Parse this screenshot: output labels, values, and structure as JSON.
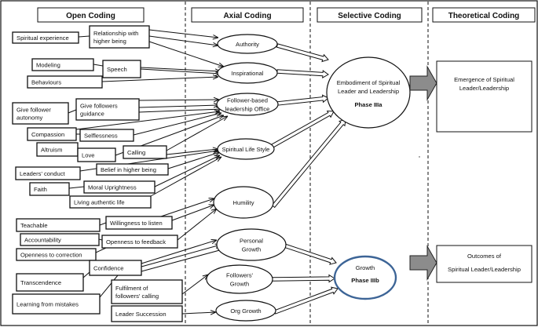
{
  "headers": {
    "open": "Open Coding",
    "axial": "Axial Coding",
    "selective": "Selective Coding",
    "theoretical": "Theoretical Coding"
  },
  "open_codes": [
    {
      "id": "spiritual_experience",
      "lines": [
        "Spiritual experience"
      ]
    },
    {
      "id": "relationship_higher_being",
      "lines": [
        "Relationship with",
        "higher being"
      ]
    },
    {
      "id": "modeling",
      "lines": [
        "Modeling"
      ]
    },
    {
      "id": "speech",
      "lines": [
        "Speech"
      ]
    },
    {
      "id": "behaviours",
      "lines": [
        "Behaviours"
      ]
    },
    {
      "id": "give_follower_autonomy",
      "lines": [
        "Give follower",
        "autonomy"
      ]
    },
    {
      "id": "give_followers_guidance",
      "lines": [
        "Give followers",
        "guidance"
      ]
    },
    {
      "id": "compassion",
      "lines": [
        "Compassion"
      ]
    },
    {
      "id": "selflessness",
      "lines": [
        "Selflessness"
      ]
    },
    {
      "id": "altruism",
      "lines": [
        "Altruism"
      ]
    },
    {
      "id": "love",
      "lines": [
        "Love"
      ]
    },
    {
      "id": "calling",
      "lines": [
        "Calling"
      ]
    },
    {
      "id": "leaders_conduct",
      "lines": [
        "Leaders' conduct"
      ]
    },
    {
      "id": "belief_higher_being",
      "lines": [
        "Belief in higher being"
      ]
    },
    {
      "id": "faith",
      "lines": [
        "Faith"
      ]
    },
    {
      "id": "moral_uprightness",
      "lines": [
        "Moral Uprightness"
      ]
    },
    {
      "id": "living_authentic_life",
      "lines": [
        "Living authentic life"
      ]
    },
    {
      "id": "teachable",
      "lines": [
        "Teachable"
      ]
    },
    {
      "id": "willingness_to_listen",
      "lines": [
        "Willingness to listen"
      ]
    },
    {
      "id": "accountability",
      "lines": [
        "Accountability"
      ]
    },
    {
      "id": "openness_to_feedback",
      "lines": [
        "Openness to feedback"
      ]
    },
    {
      "id": "openness_to_correction",
      "lines": [
        "Openness to correction"
      ]
    },
    {
      "id": "confidence",
      "lines": [
        "Confidence"
      ]
    },
    {
      "id": "transcendence",
      "lines": [
        "Transcendence"
      ]
    },
    {
      "id": "fulfilment_followers_calling",
      "lines": [
        "Fulfilment of",
        "followers' calling"
      ]
    },
    {
      "id": "learning_from_mistakes",
      "lines": [
        "Learning from mistakes"
      ]
    },
    {
      "id": "leader_succession",
      "lines": [
        "Leader Succession"
      ]
    }
  ],
  "axial_codes": [
    {
      "id": "authority",
      "lines": [
        "Authority"
      ]
    },
    {
      "id": "inspirational",
      "lines": [
        "Inspirational"
      ]
    },
    {
      "id": "follower_based_office",
      "lines": [
        "Follower-based",
        "leadership Office"
      ]
    },
    {
      "id": "spiritual_life_style",
      "lines": [
        "Spiritual Life Style"
      ]
    },
    {
      "id": "humility",
      "lines": [
        "Humility"
      ]
    },
    {
      "id": "personal_growth",
      "lines": [
        "Personal",
        "Growth"
      ]
    },
    {
      "id": "followers_growth",
      "lines": [
        "Followers'",
        "Growth"
      ]
    },
    {
      "id": "org_growth",
      "lines": [
        "Org Growth"
      ]
    }
  ],
  "selective_codes": [
    {
      "id": "phase_3a",
      "lines": [
        "Embodiment of Spiritual",
        "Leader and Leadership"
      ],
      "phase": "Phase IIIa"
    },
    {
      "id": "phase_3b",
      "lines": [
        "Growth"
      ],
      "phase": "Phase IIIb"
    }
  ],
  "theoretical_codes": [
    {
      "id": "emergence",
      "lines": [
        "Emergence of Spiritual",
        "Leader/Leadership"
      ]
    },
    {
      "id": "outcomes",
      "lines": [
        "Outcomes of",
        "Spiritual Leader/Leadership"
      ]
    }
  ],
  "edges_open_to_axial": [
    [
      "relationship_higher_being",
      "authority"
    ],
    [
      "relationship_higher_being",
      "authority"
    ],
    [
      "relationship_higher_being",
      "inspirational"
    ],
    [
      "speech",
      "inspirational"
    ],
    [
      "speech",
      "inspirational"
    ],
    [
      "behaviours",
      "inspirational"
    ],
    [
      "give_followers_guidance",
      "follower_based_office"
    ],
    [
      "give_followers_guidance",
      "follower_based_office"
    ],
    [
      "give_followers_guidance",
      "follower_based_office"
    ],
    [
      "compassion",
      "follower_based_office"
    ],
    [
      "selflessness",
      "follower_based_office"
    ],
    [
      "love",
      "follower_based_office"
    ],
    [
      "calling",
      "follower_based_office"
    ],
    [
      "calling",
      "spiritual_life_style"
    ],
    [
      "leaders_conduct",
      "spiritual_life_style"
    ],
    [
      "belief_higher_being",
      "spiritual_life_style"
    ],
    [
      "moral_uprightness",
      "spiritual_life_style"
    ],
    [
      "living_authentic_life",
      "spiritual_life_style"
    ],
    [
      "living_authentic_life",
      "humility"
    ],
    [
      "willingness_to_listen",
      "humility"
    ],
    [
      "openness_to_feedback",
      "humility"
    ],
    [
      "confidence",
      "personal_growth"
    ],
    [
      "confidence",
      "personal_growth"
    ],
    [
      "confidence",
      "personal_growth"
    ],
    [
      "fulfilment_followers_calling",
      "followers_growth"
    ],
    [
      "leader_succession",
      "org_growth"
    ]
  ],
  "edges_axial_to_selective": [
    [
      "authority",
      "phase_3a"
    ],
    [
      "inspirational",
      "phase_3a"
    ],
    [
      "follower_based_office",
      "phase_3a"
    ],
    [
      "spiritual_life_style",
      "phase_3a"
    ],
    [
      "humility",
      "phase_3a"
    ],
    [
      "personal_growth",
      "phase_3b"
    ],
    [
      "followers_growth",
      "phase_3b"
    ],
    [
      "org_growth",
      "phase_3b"
    ]
  ],
  "edges_selective_to_theoretical": [
    [
      "phase_3a",
      "emergence"
    ],
    [
      "phase_3b",
      "outcomes"
    ]
  ],
  "colors": {
    "line": "#111111",
    "phase_3b_outline": "#3c6496",
    "big_arrow_fill": "#8c8c8c"
  }
}
